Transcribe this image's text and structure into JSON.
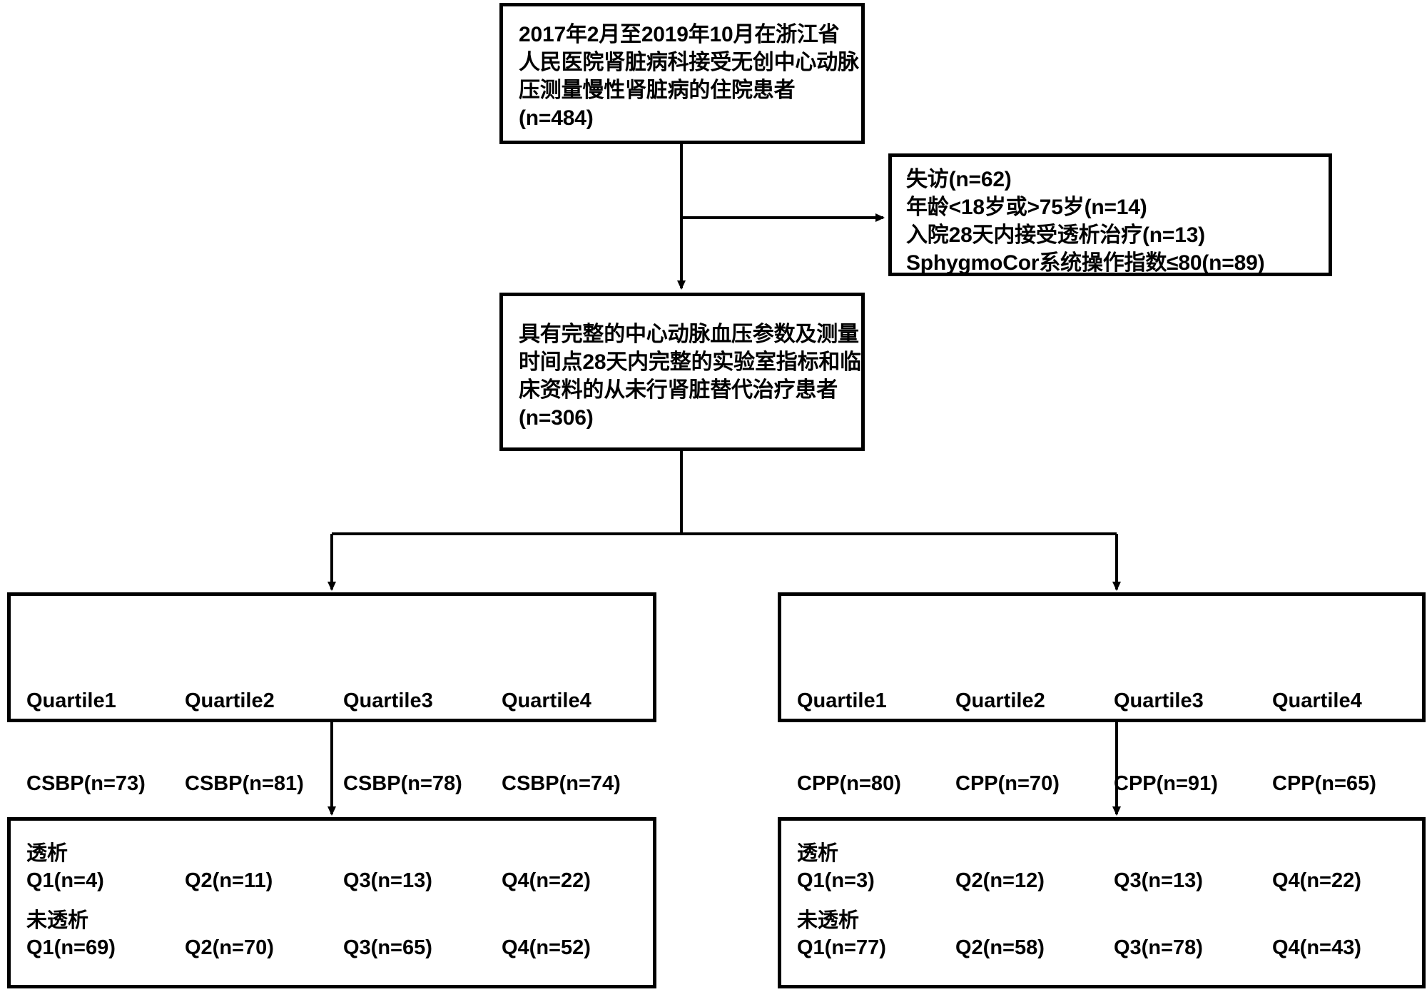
{
  "figure": {
    "type": "flowchart",
    "title": "CKD central arterial pressure cohort flow diagram"
  },
  "enrollment_box": {
    "text": "2017年2月至2019年10月在浙江省\n人民医院肾脏病科接受无创中心动脉\n压测量慢性肾脏病的住院患者\n(n=484)",
    "n": 484
  },
  "exclusion_box": {
    "text": "失访(n=62)\n年龄<18岁或>75岁(n=14)\n入院28天内接受透析治疗(n=13)\nSphygmoCor系统操作指数≤80(n=89)",
    "items": [
      {
        "label": "失访",
        "n": 62
      },
      {
        "label": "年龄<18岁或>75岁",
        "n": 14
      },
      {
        "label": "入院28天内接受透析治疗",
        "n": 13
      },
      {
        "label": "SphygmoCor系统操作指数≤80",
        "n": 89
      }
    ]
  },
  "eligible_box": {
    "text": "具有完整的中心动脉血压参数及测量\n时间点28天内完整的实验室指标和临\n床资料的从未行肾脏替代治疗患者\n(n=306)",
    "n": 306
  },
  "csbp_quartiles": {
    "cells": [
      {
        "label": "Quartile1",
        "value": "CSBP(n=73)",
        "n": 73
      },
      {
        "label": "Quartile2",
        "value": "CSBP(n=81)",
        "n": 81
      },
      {
        "label": "Quartile3",
        "value": "CSBP(n=78)",
        "n": 78
      },
      {
        "label": "Quartile4",
        "value": "CSBP(n=74)",
        "n": 74
      }
    ]
  },
  "cpp_quartiles": {
    "cells": [
      {
        "label": "Quartile1",
        "value": "CPP(n=80)",
        "n": 80
      },
      {
        "label": "Quartile2",
        "value": "CPP(n=70)",
        "n": 70
      },
      {
        "label": "Quartile3",
        "value": "CPP(n=91)",
        "n": 91
      },
      {
        "label": "Quartile4",
        "value": "CPP(n=65)",
        "n": 65
      }
    ]
  },
  "csbp_outcome": {
    "dialysis_heading": "透析",
    "dialysis_cells": [
      {
        "text": "Q1(n=4)",
        "n": 4
      },
      {
        "text": "Q2(n=11)",
        "n": 11
      },
      {
        "text": "Q3(n=13)",
        "n": 13
      },
      {
        "text": "Q4(n=22)",
        "n": 22
      }
    ],
    "nondialysis_heading": "未透析",
    "nondialysis_cells": [
      {
        "text": "Q1(n=69)",
        "n": 69
      },
      {
        "text": "Q2(n=70)",
        "n": 70
      },
      {
        "text": "Q3(n=65)",
        "n": 65
      },
      {
        "text": "Q4(n=52)",
        "n": 52
      }
    ]
  },
  "cpp_outcome": {
    "dialysis_heading": "透析",
    "dialysis_cells": [
      {
        "text": "Q1(n=3)",
        "n": 3
      },
      {
        "text": "Q2(n=12)",
        "n": 12
      },
      {
        "text": "Q3(n=13)",
        "n": 13
      },
      {
        "text": "Q4(n=22)",
        "n": 22
      }
    ],
    "nondialysis_heading": "未透析",
    "nondialysis_cells": [
      {
        "text": "Q1(n=77)",
        "n": 77
      },
      {
        "text": "Q2(n=58)",
        "n": 58
      },
      {
        "text": "Q3(n=78)",
        "n": 78
      },
      {
        "text": "Q4(n=43)",
        "n": 43
      }
    ]
  },
  "style": {
    "line_color": "#000000",
    "box_border_color": "#000000",
    "background": "#ffffff",
    "text_color": "#000000"
  }
}
